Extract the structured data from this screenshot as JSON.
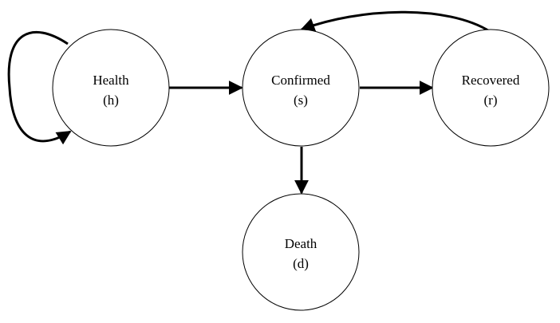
{
  "nodes": [
    {
      "id": "health",
      "name": "Health",
      "symbol": "(h)"
    },
    {
      "id": "confirmed",
      "name": "Confirmed",
      "symbol": "(s)"
    },
    {
      "id": "recovered",
      "name": "Recovered",
      "symbol": "(r)"
    },
    {
      "id": "death",
      "name": "Death",
      "symbol": "(d)"
    }
  ],
  "edges": [
    {
      "from": "health",
      "to": "health"
    },
    {
      "from": "health",
      "to": "confirmed"
    },
    {
      "from": "confirmed",
      "to": "recovered"
    },
    {
      "from": "recovered",
      "to": "confirmed"
    },
    {
      "from": "confirmed",
      "to": "death"
    }
  ]
}
